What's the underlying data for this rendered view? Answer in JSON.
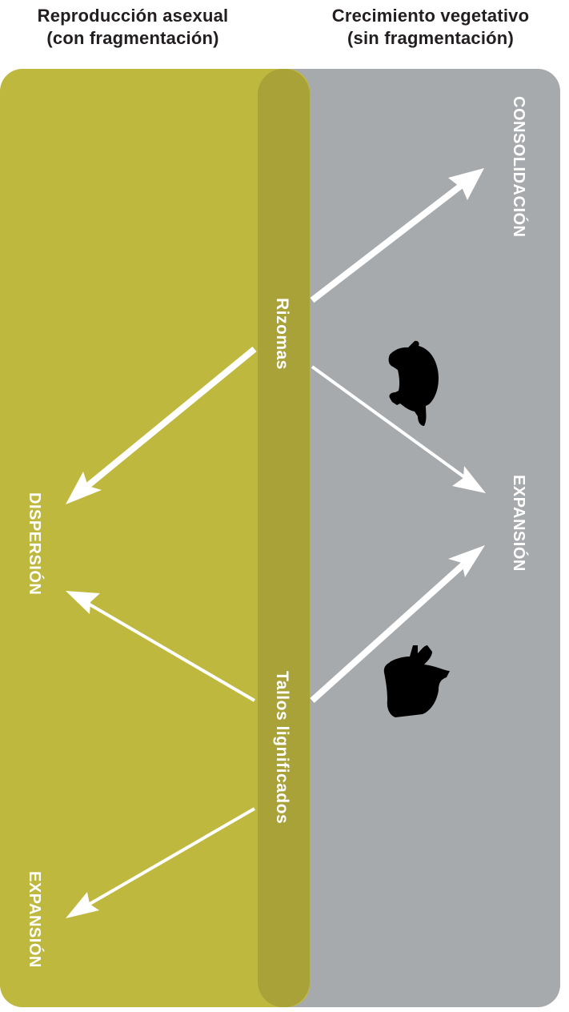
{
  "headers": {
    "left": {
      "line1": "Reproducción asexual",
      "line2": "(con fragmentación)"
    },
    "right": {
      "line1": "Crecimiento vegetativo",
      "line2": "(sin fragmentación)"
    }
  },
  "center_labels": {
    "rizomas": "Rizomas",
    "tallos": "Tallos lignificados"
  },
  "outcomes": {
    "consolidacion": "CONSOLIDACIÓN",
    "expansion_right": "EXPANSIÓN",
    "dispersion": "DISPERSIÓN",
    "expansion_left": "EXPANSIÓN"
  },
  "colors": {
    "left_panel": "#bfb83e",
    "right_panel": "#a7aaad",
    "center_band": "#a9a238",
    "arrows": "#ffffff",
    "animals": "#000000"
  },
  "icons": [
    "pig-icon",
    "rabbit-icon"
  ]
}
